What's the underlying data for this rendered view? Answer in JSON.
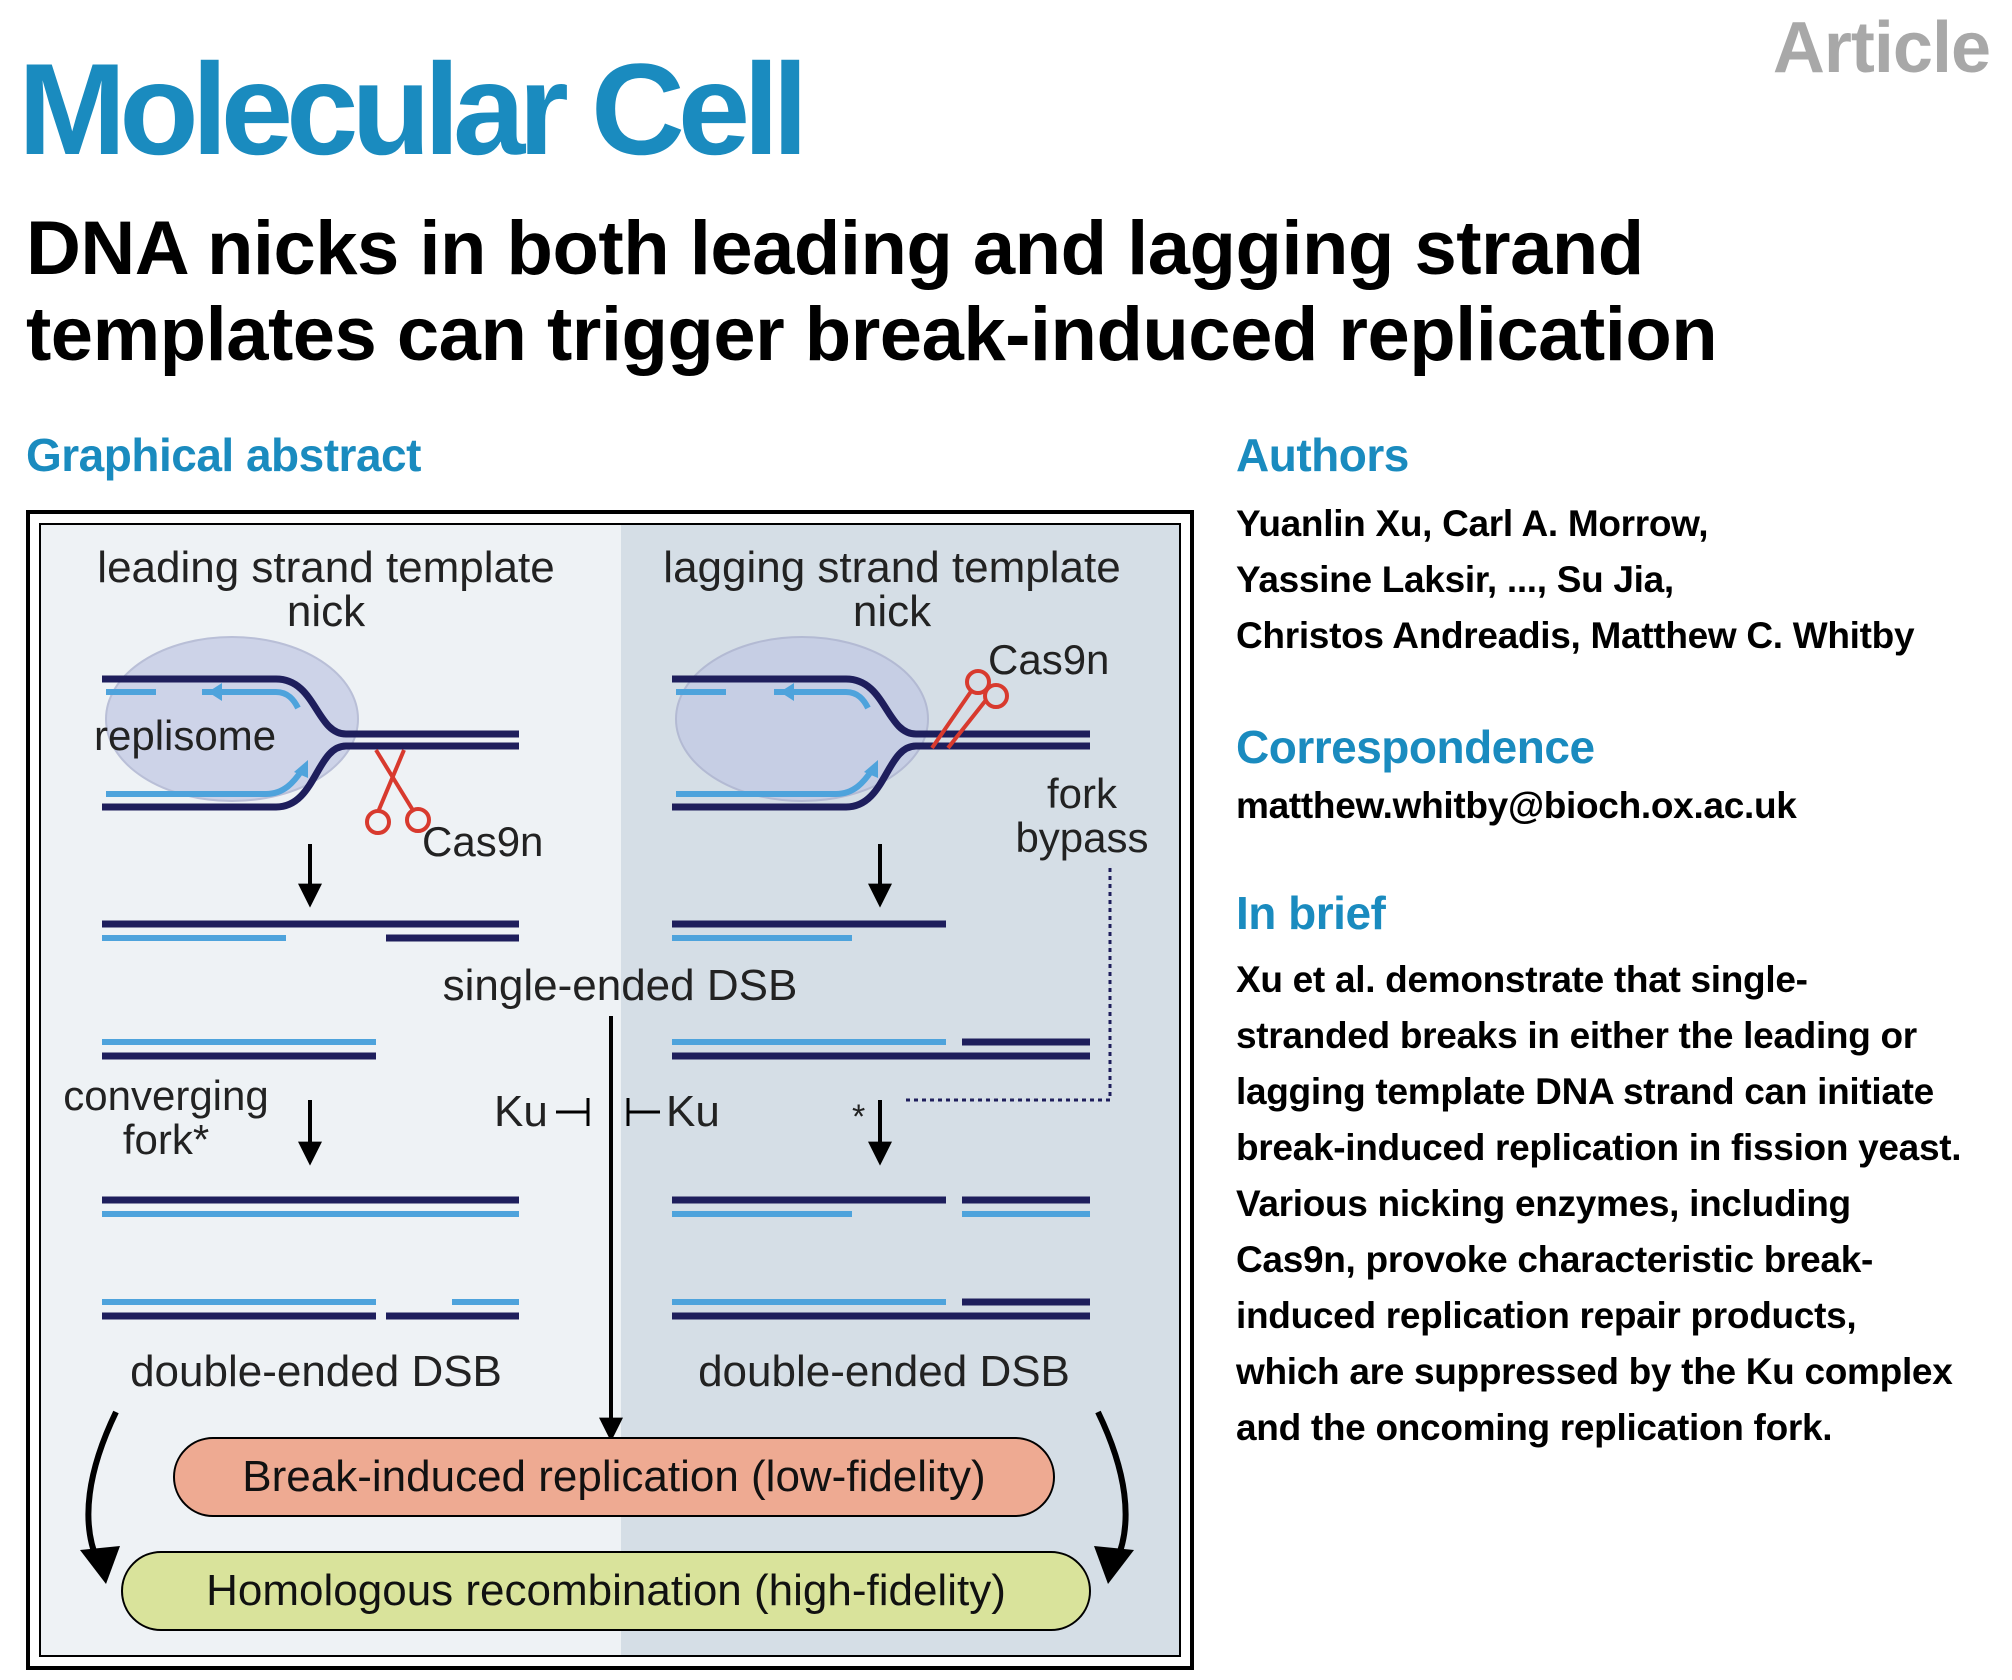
{
  "journal": "Molecular Cell",
  "article_type": "Article",
  "title_lines": [
    "DNA nicks in both leading and lagging strand",
    "templates can trigger break-induced replication"
  ],
  "graphical_abstract": {
    "heading": "Graphical abstract",
    "left_title_1": "leading strand template",
    "left_title_2": "nick",
    "right_title_1": "lagging strand template",
    "right_title_2": "nick",
    "replisome": "replisome",
    "cas9n_left": "Cas9n",
    "cas9n_right": "Cas9n",
    "fork_1": "fork",
    "fork_2": "bypass",
    "single_ended": "single-ended DSB",
    "converging_1": "converging",
    "converging_2": "fork*",
    "ku_left": "Ku",
    "ku_right": "Ku",
    "asterisk": "*",
    "double_ended_left": "double-ended DSB",
    "double_ended_right": "double-ended DSB",
    "bir": "Break-induced replication (low-fidelity)",
    "hr": "Homologous recombination (high-fidelity)",
    "colors": {
      "dark_strand": "#1e1e5c",
      "light_strand": "#4ea3dc",
      "left_panel": "#eef2f5",
      "right_panel": "#d5dee6",
      "bir_box": "#eeaa92",
      "hr_box": "#d9e39b",
      "scissors": "#d83a2e"
    }
  },
  "authors": {
    "heading": "Authors",
    "lines": [
      "Yuanlin Xu, Carl A. Morrow,",
      "Yassine Laksir, ..., Su Jia,",
      "Christos Andreadis, Matthew C. Whitby"
    ]
  },
  "correspondence": {
    "heading": "Correspondence",
    "email": "matthew.whitby@bioch.ox.ac.uk"
  },
  "in_brief": {
    "heading": "In brief",
    "lines": [
      "Xu et al. demonstrate that single-",
      "stranded breaks in either the leading or",
      "lagging template DNA strand can initiate",
      "break-induced replication in fission yeast.",
      "Various nicking enzymes, including",
      "Cas9n, provoke characteristic break-",
      "induced replication repair products,",
      "which are suppressed by the Ku complex",
      "and the oncoming replication fork."
    ]
  }
}
